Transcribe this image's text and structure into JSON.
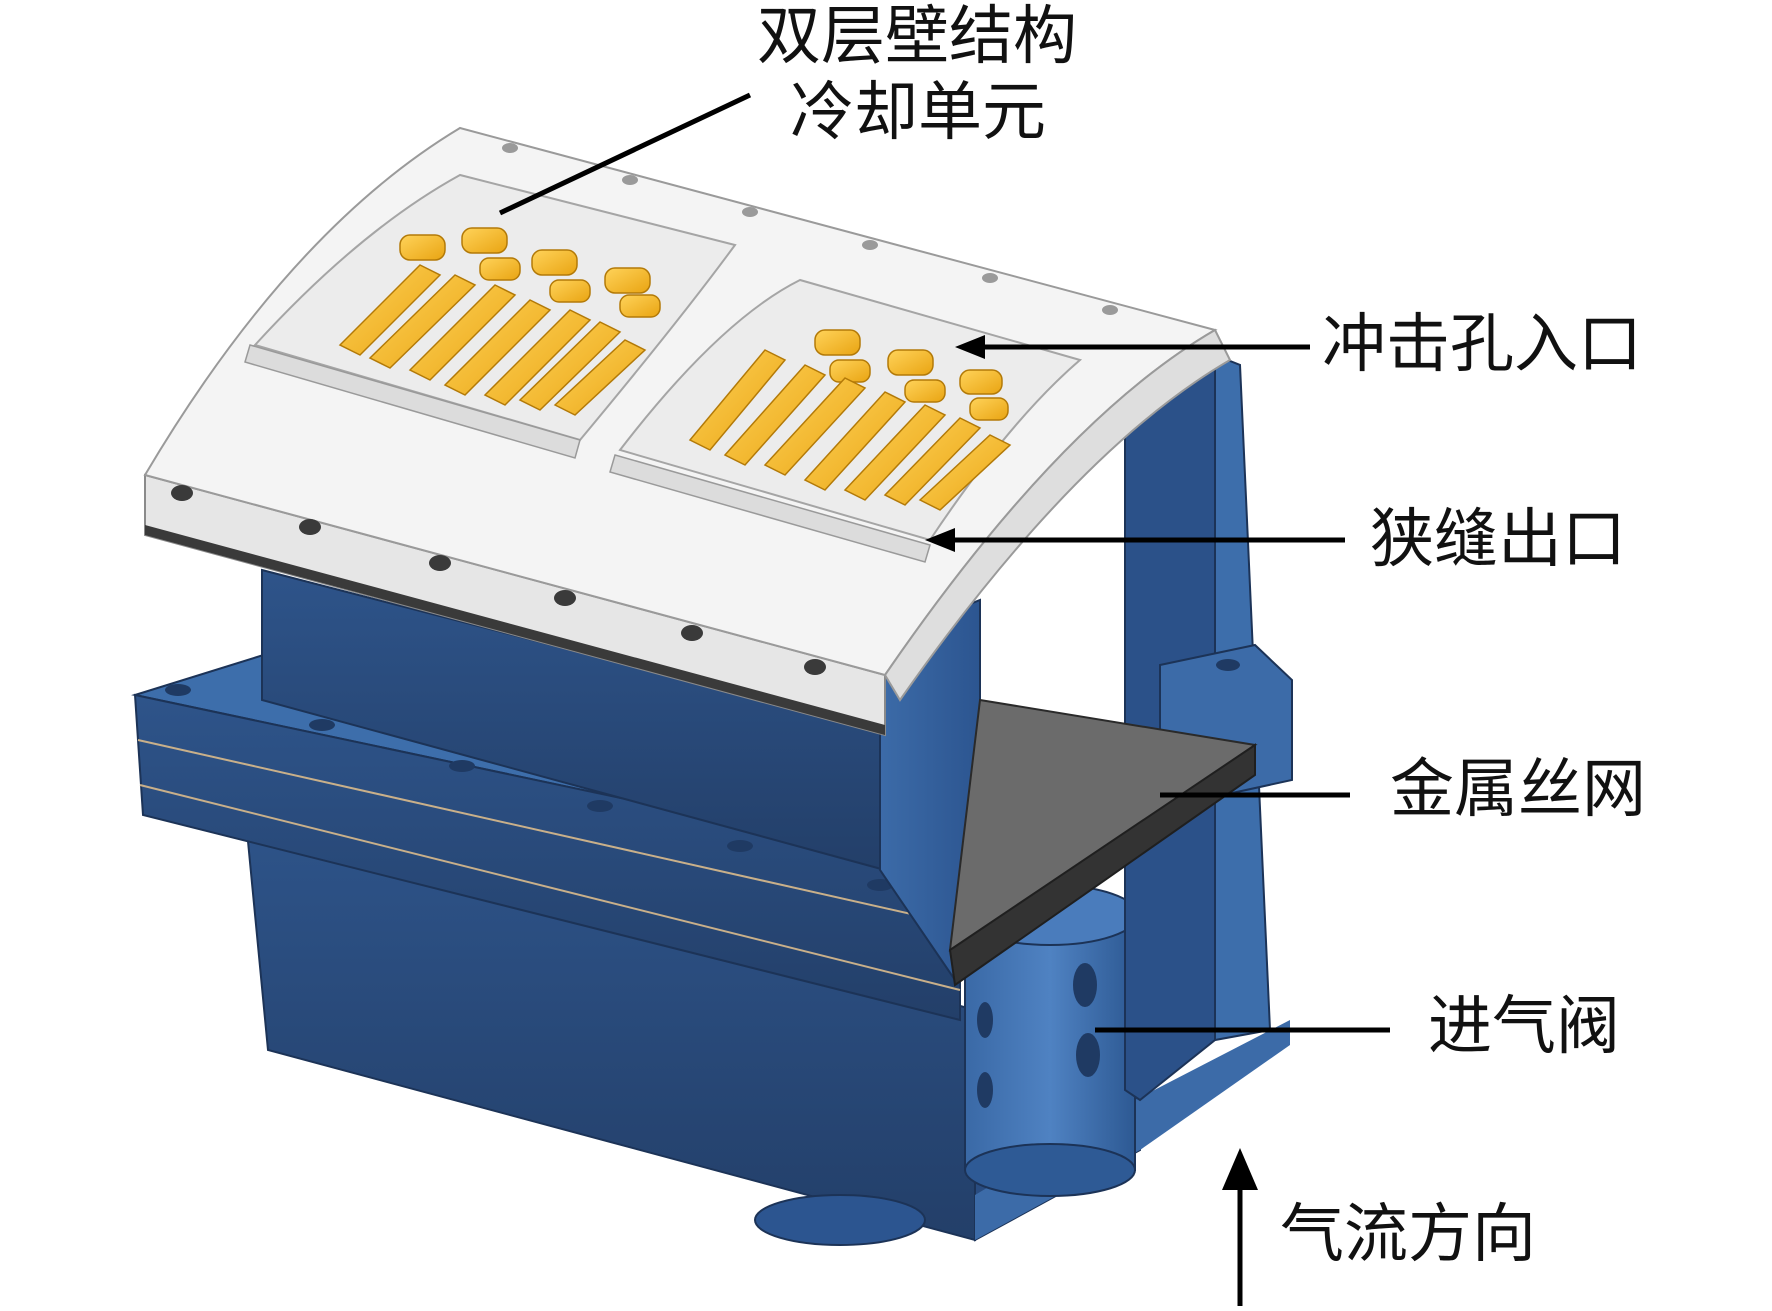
{
  "labels": {
    "cooling_unit_line1": "双层壁结构",
    "cooling_unit_line2": "冷却单元",
    "impingement_inlet": "冲击孔入口",
    "slot_outlet": "狭缝出口",
    "wire_mesh": "金属丝网",
    "inlet_valve": "进气阀",
    "airflow_direction": "气流方向"
  },
  "colors": {
    "body_blue": "#2f5d97",
    "body_blue_dark": "#24406e",
    "body_blue_light": "#4677b5",
    "plate": "#f2f2f2",
    "fins": "#f2b21c",
    "mesh": "#4a4a4a"
  }
}
